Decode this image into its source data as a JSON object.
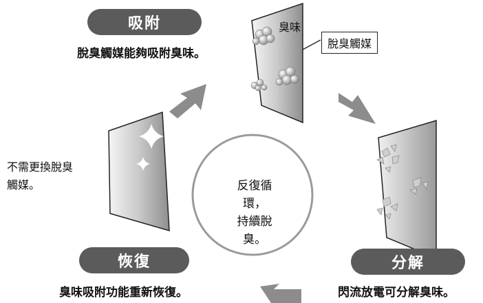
{
  "stages": {
    "adsorb": {
      "title": "吸附",
      "caption": "脫臭觸媒能夠吸附臭味。"
    },
    "decompose": {
      "title": "分解",
      "caption": "閃流放電可分解臭味。"
    },
    "recover": {
      "title": "恢復",
      "caption": "臭味吸附功能重新恢復。"
    }
  },
  "labels": {
    "odor": "臭味",
    "catalyst": "脫臭觸媒",
    "no_replace_line1": "不需更換脫臭",
    "no_replace_line2": "觸媒。"
  },
  "center": {
    "line1": "反復循環，",
    "line2": "持續脫臭。"
  },
  "colors": {
    "pill": "#5b5b5b",
    "arrow": "#8c8c8c",
    "panel_edge": "#222222"
  }
}
